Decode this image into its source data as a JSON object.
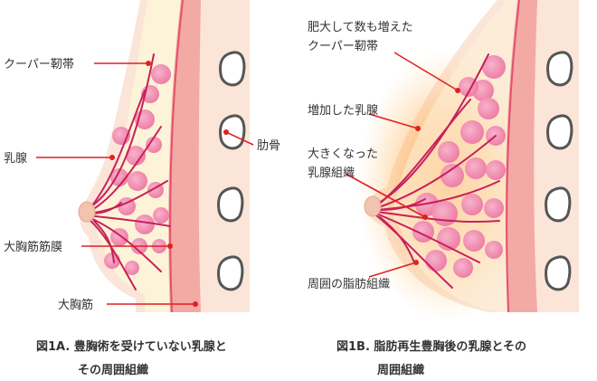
{
  "colors": {
    "background": "#ffffff",
    "skin": "#fbe5d8",
    "fat": "#fdf3d8",
    "muscle": "#f3a9a4",
    "fascia": "#e45070",
    "tissue": "#f28bb0",
    "nipple": "#f2c4b0",
    "duct": "#c8205a",
    "leader": "#e02020",
    "glow": "#ff9a3c",
    "rib": "#555555"
  },
  "icons": {
    "rib": "rib-cross-section-icon",
    "label_dot": "leader-dot-icon"
  },
  "figure_a": {
    "labels": {
      "cooper": "クーパー靭帯",
      "mammary": "乳腺",
      "fascia": "大胸筋筋膜",
      "muscle": "大胸筋",
      "rib": "肋骨"
    },
    "caption_line1": "図1A. 豊胸術を受けていない乳腺と",
    "caption_line2": "その周囲組織"
  },
  "figure_b": {
    "labels": {
      "cooper_line1": "肥大して数も増えた",
      "cooper_line2": "クーパー靭帯",
      "mammary": "増加した乳腺",
      "enlarged_line1": "大きくなった",
      "enlarged_line2": "乳腺組織",
      "surrounding": "周囲の脂肪組織"
    },
    "caption_line1": "図1B. 脂肪再生豊胸後の乳腺とその",
    "caption_line2": "周囲組織"
  }
}
